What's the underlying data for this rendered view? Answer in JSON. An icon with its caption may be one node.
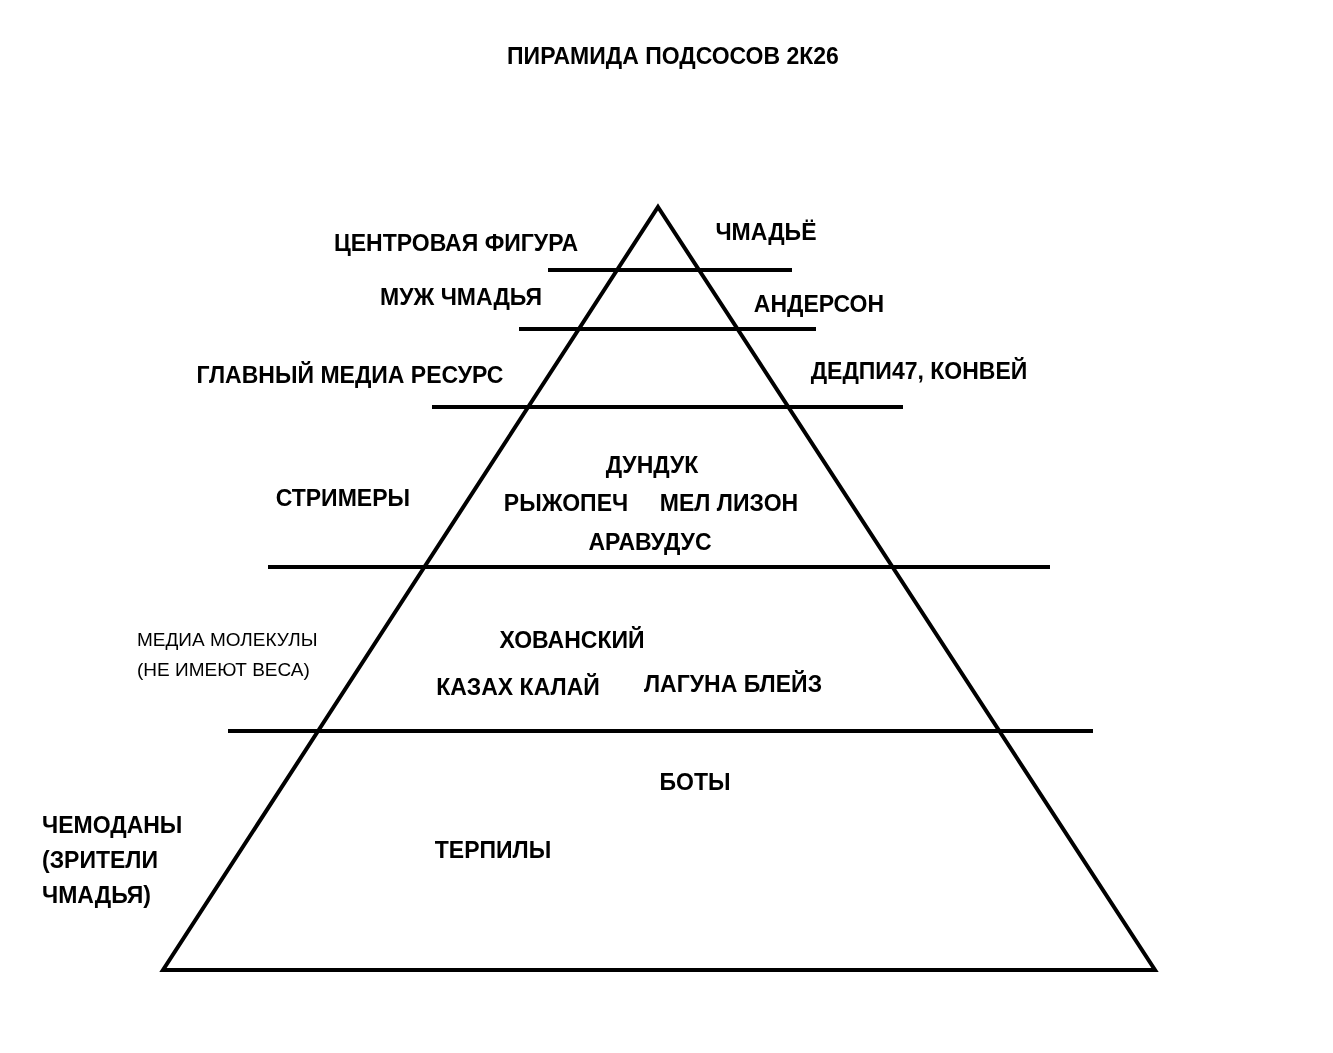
{
  "diagram": {
    "title": "ПИРАМИДА ПОДСОСОВ 2К26",
    "nodes": [
      {
        "text": [
          "ЦЕНТРОВАЯ ФИГУРА",
          "ЧМАДЬЁ"
        ]
      },
      {
        "text": [
          "МУЖ ЧМАДЬЯ",
          "АНДЕРСОН"
        ]
      },
      {
        "text": [
          "ГЛАВНЫЙ МЕДИА РЕСУРС",
          "ДЕДПИ47, КОНВЕЙ"
        ]
      },
      {
        "text": [
          "СТРИМЕРЫ",
          "ДУНДУК",
          "РЫЖОПЕЧ",
          "МЕЛ ЛИЗОН",
          "АРАВУДУС"
        ]
      },
      {
        "text": [
          "МЕДИА МОЛЕКУЛЫ (НЕ ИМЕЮТ ВЕСА)",
          "ХОВАНСКИЙ",
          "КАЗАХ КАЛАЙ",
          "ЛАГУНА БЛЕЙЗ"
        ]
      },
      {
        "text": [
          "ЧЕМОДАНЫ (ЗРИТЕЛИ ЧМАДЬЯ)",
          "БОТЫ",
          "ТЕРПИЛЫ"
        ]
      }
    ]
  }
}
